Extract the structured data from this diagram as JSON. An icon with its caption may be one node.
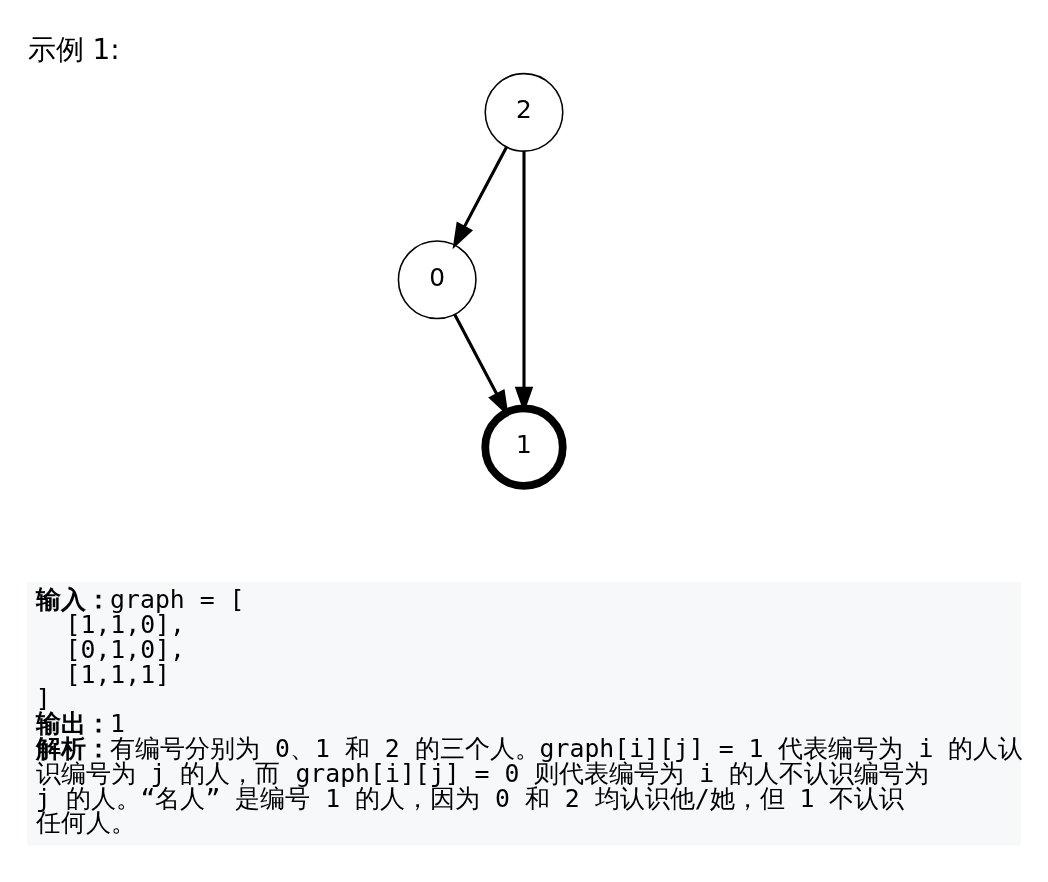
{
  "diagram": {
    "title": "示例 1:",
    "nodes": [
      {
        "text": [
          "0"
        ]
      },
      {
        "text": [
          "1"
        ]
      },
      {
        "text": [
          "2"
        ]
      }
    ],
    "edges": [
      {
        "from": 0,
        "to": 1,
        "arrow": "to"
      },
      {
        "from": 2,
        "to": 0,
        "arrow": "to"
      },
      {
        "from": 2,
        "to": 1,
        "arrow": "to"
      }
    ],
    "labels": [
      "输入：",
      "graph = [",
      "[1,1,0],",
      "[0,1,0],",
      "[1,1,1]",
      "]",
      "输出：",
      "1",
      "解析：",
      "有编号分别为 0、1 和 2 的三个人。graph[i][j] = 1 代表编号为 i 的人认识编号为 j 的人，而 graph[i][j] = 0 则代表编号为 i 的人不认识编号为 j 的人。“名人” 是编号 1 的人，因为 0 和 2 均认识他/她，但 1 不认识任何人。"
    ]
  }
}
